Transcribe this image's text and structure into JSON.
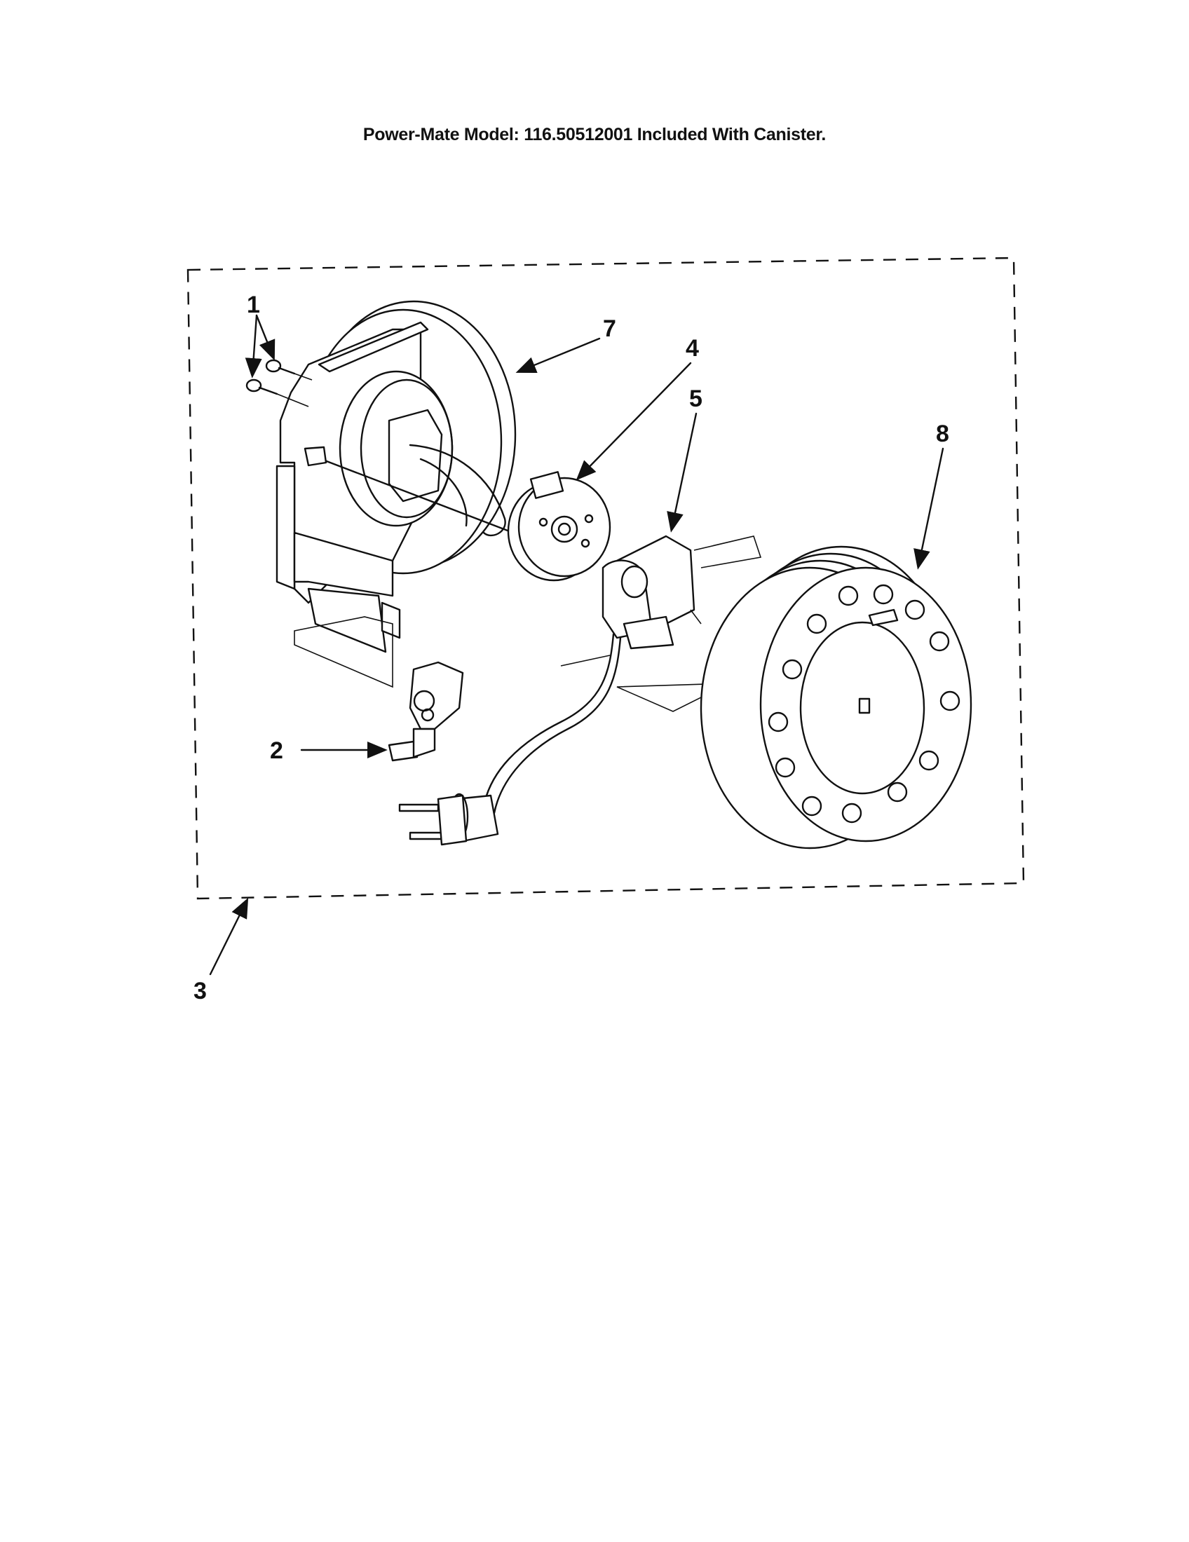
{
  "title": "Power-Mate Model: 116.50512001 Included With Canister.",
  "callouts": [
    "1",
    "2",
    "3",
    "4",
    "5",
    "7",
    "8"
  ],
  "colors": {
    "ink": "#111111",
    "paper": "#ffffff"
  }
}
